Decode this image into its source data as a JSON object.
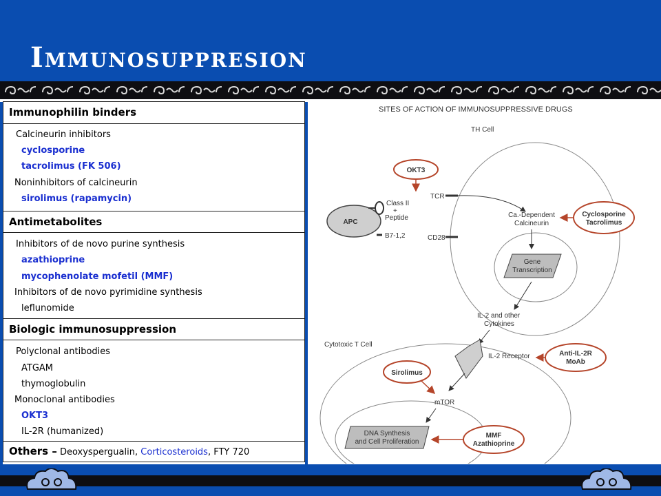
{
  "slide": {
    "title": "Immunosuppresion"
  },
  "table": {
    "sections": [
      {
        "heading": "Immunophilin binders"
      },
      {
        "heading": "Antimetabolites"
      },
      {
        "heading": "Biologic immunosuppression"
      }
    ],
    "items": [
      "Calcineurin inhibitors",
      "cyclosporine",
      "tacrolimus (FK 506)",
      "Noninhibitors of calcineurin",
      "sirolimus (rapamycin)",
      "Inhibitors of de novo purine synthesis",
      "azathioprine",
      "mycophenolate mofetil (MMF)",
      "Inhibitors of de novo pyrimidine synthesis",
      "leflunomide",
      "Polyclonal antibodies",
      "ATGAM",
      "thymoglobulin",
      "Monoclonal antibodies",
      "OKT3",
      "IL-2R (humanized)"
    ],
    "others": {
      "label": "Others –",
      "item1": "Deoxyspergualin,",
      "item2": "Corticosteroids",
      "item3": ", FTY 720"
    }
  },
  "diagram": {
    "title": "SITES OF ACTION OF IMMUNOSUPPRESSIVE DRUGS",
    "th_cell": "TH Cell",
    "okt3": "OKT3",
    "tcr": "TCR",
    "class2_a": "Class II",
    "class2_b": "+",
    "class2_c": "Peptide",
    "apc": "APC",
    "b7": "B7-1,2",
    "cd28": "CD28",
    "ca_a": "Ca.-Dependent",
    "ca_b": "Calcineurin",
    "cyclo_a": "Cyclosporine",
    "cyclo_b": "Tacrolimus",
    "gene_a": "Gene",
    "gene_b": "Transcription",
    "il2_a": "IL-2 and other",
    "il2_b": "Cytokines",
    "cytotoxic": "Cytotoxic T Cell",
    "il2r": "IL-2 Receptor",
    "anti_a": "Anti-IL-2R",
    "anti_b": "MoAb",
    "sirolimus": "Sirolimus",
    "mtor": "mTOR",
    "dna_a": "DNA Synthesis",
    "dna_b": "and Cell Proliferation",
    "mmf_a": "MMF",
    "mmf_b": "Azathioprine"
  },
  "colors": {
    "brand_blue": "#0a4db0",
    "drug_blue": "#1a2fd0",
    "arrow_red": "#b5452a"
  }
}
